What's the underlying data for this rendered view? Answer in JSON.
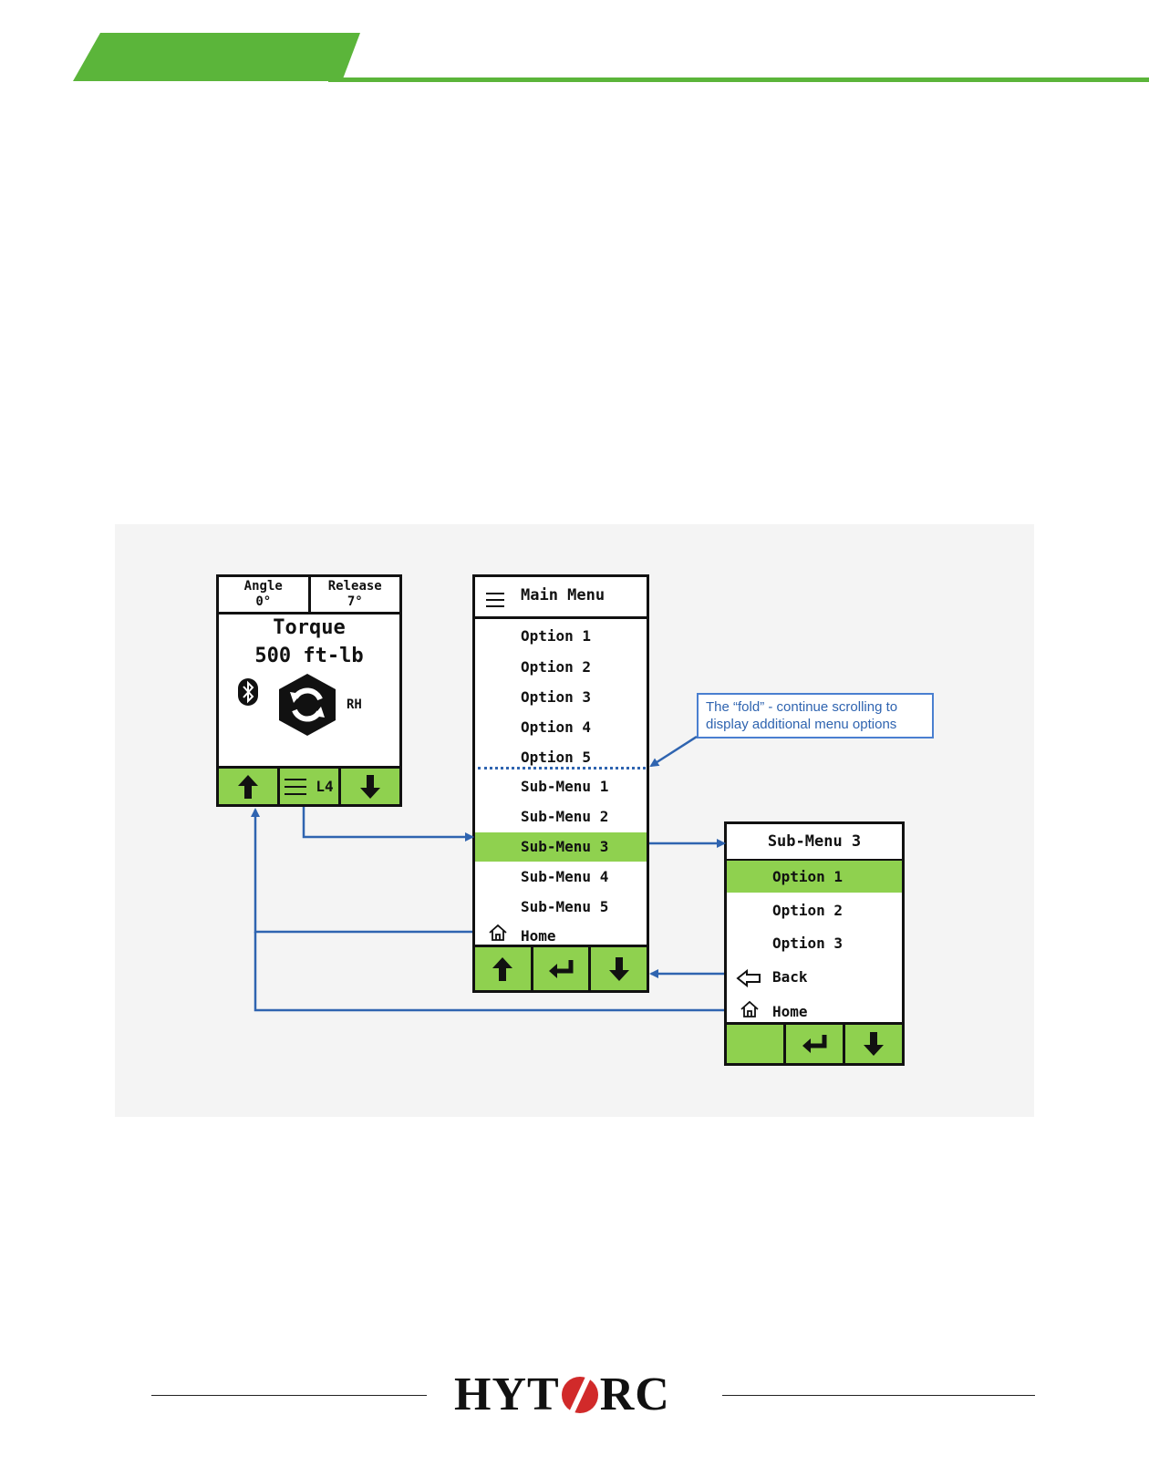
{
  "home_screen": {
    "angle_label": "Angle",
    "angle_value": "0°",
    "release_label": "Release",
    "release_value": "7°",
    "torque_label": "Torque",
    "torque_value": "500 ft-lb",
    "direction": "RH",
    "bar_level": "L4",
    "icons": [
      "bluetooth-icon",
      "rotate-hex-icon",
      "arrow-up-icon",
      "menu-icon",
      "arrow-down-icon"
    ]
  },
  "main_menu": {
    "title": "Main Menu",
    "items": [
      "Option 1",
      "Option 2",
      "Option 3",
      "Option 4",
      "Option 5",
      "Sub-Menu 1",
      "Sub-Menu 2",
      "Sub-Menu 3",
      "Sub-Menu 4",
      "Sub-Menu 5",
      "Home"
    ],
    "highlighted": "Sub-Menu 3"
  },
  "sub_menu": {
    "title": "Sub-Menu 3",
    "items": [
      "Option 1",
      "Option 2",
      "Option 3",
      "Back",
      "Home"
    ],
    "highlighted": "Option 1"
  },
  "callout": {
    "line1": "The “fold” - continue scrolling to",
    "line2": "display additional menu options"
  },
  "footer": {
    "logo_left": "HYT",
    "logo_right": "RC"
  },
  "colors": {
    "brand_green": "#5bb53a",
    "screen_green": "#8fd14f",
    "connector_blue": "#2f64b0"
  }
}
